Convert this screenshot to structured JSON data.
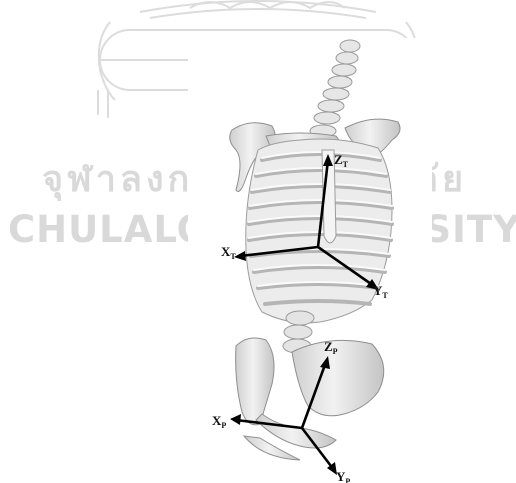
{
  "watermark": {
    "thai_left": "จุฬาลงก",
    "thai_right": "ลัย",
    "eng_left": "CHULALON",
    "eng_right": "RSITY"
  },
  "thorax_axes": {
    "z": {
      "letter": "Z",
      "sub": "T"
    },
    "x": {
      "letter": "X",
      "sub": "T"
    },
    "y": {
      "letter": "Y",
      "sub": "T"
    }
  },
  "pelvis_axes": {
    "z": {
      "letter": "Z",
      "sub": "P"
    },
    "x": {
      "letter": "X",
      "sub": "P"
    },
    "y": {
      "letter": "Y",
      "sub": "P"
    }
  },
  "colors": {
    "bone": "#e9e9e9",
    "bone_shadow": "#b8b8b8",
    "watermark": "#d9d9d9",
    "axis": "#000000"
  }
}
